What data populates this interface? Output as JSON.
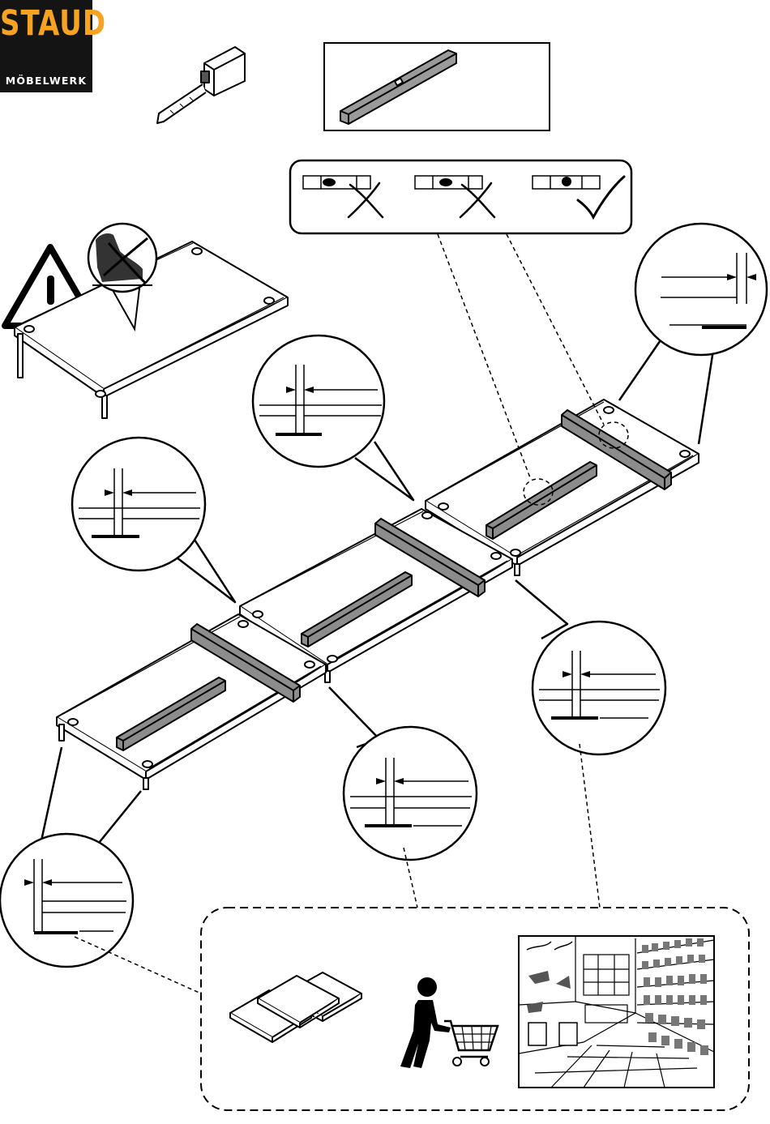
{
  "logo": {
    "brand": "STAUD",
    "subtitle": "MÖBELWERK",
    "brand_color": "#f5a321",
    "background": "#141414"
  },
  "tools": [
    "tape-measure-icon",
    "spirit-level-icon"
  ],
  "level_check": {
    "states": [
      {
        "bubble": "left",
        "result": "incorrect"
      },
      {
        "bubble": "slightly-left",
        "result": "incorrect"
      },
      {
        "bubble": "centered",
        "result": "correct"
      }
    ]
  },
  "warning": {
    "icon": "warning-triangle-icon",
    "prohibited": "do-not-step-on-icon"
  },
  "panels": {
    "count": 3,
    "levels_per_panel": 2
  },
  "gap_details": {
    "count": 6
  },
  "shims": {
    "icon": "shim-plates-icon",
    "count": 3
  },
  "shopping": {
    "icon": "shopping-cart-person-icon",
    "store": "hardware-store-icon"
  },
  "colors": {
    "line": "#000000",
    "level_fill": "#888888",
    "background": "#ffffff"
  }
}
